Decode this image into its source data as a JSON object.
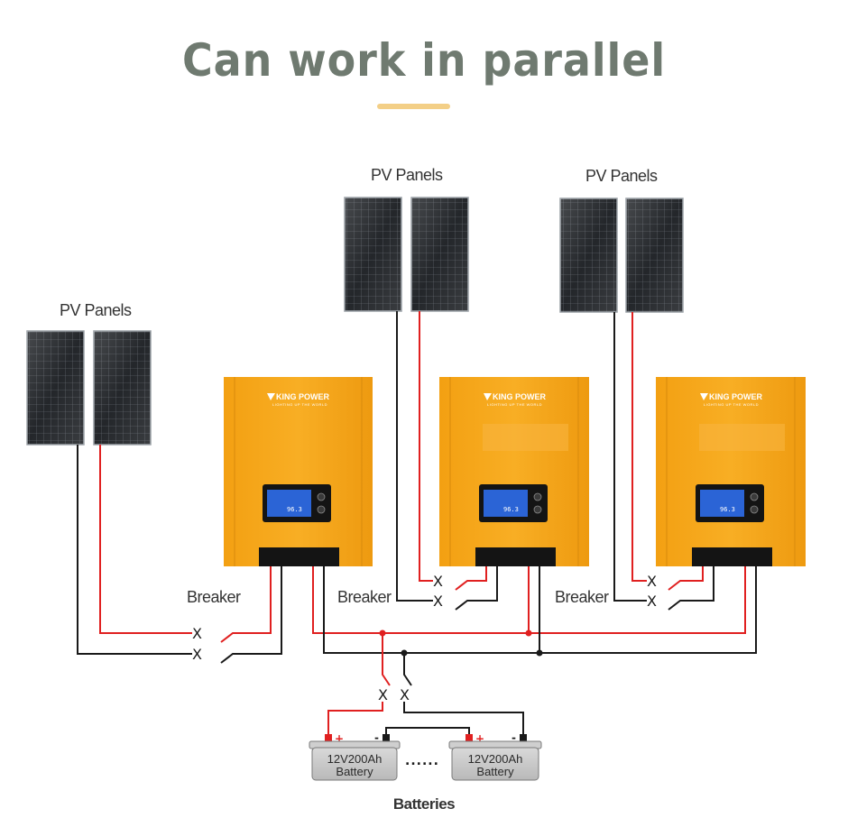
{
  "header": {
    "title": "Can work in parallel"
  },
  "colors": {
    "title": "#6f7a70",
    "accent_bar": "#f3cf87",
    "inverter_body": "#f6a81b",
    "positive_wire": "#e02020",
    "negative_wire": "#1a1a1a",
    "lcd": "#2b64d6"
  },
  "pv_groups": [
    {
      "label": "PV Panels"
    },
    {
      "label": "PV Panels"
    },
    {
      "label": "PV Panels"
    }
  ],
  "inverters": [
    {
      "brand": "KING POWER",
      "tagline": "LIGHTING UP THE WORLD",
      "display": "96.3"
    },
    {
      "brand": "KING POWER",
      "tagline": "LIGHTING UP THE WORLD",
      "display": "96.3"
    },
    {
      "brand": "KING POWER",
      "tagline": "LIGHTING UP THE WORLD",
      "display": "96.3"
    }
  ],
  "breakers": [
    {
      "label": "Breaker",
      "symbol": "X"
    },
    {
      "label": "Breaker",
      "symbol": "X"
    },
    {
      "label": "Breaker",
      "symbol": "X"
    }
  ],
  "battery_bank": {
    "batteries": [
      {
        "capacity": "12V200Ah",
        "name": "Battery",
        "plus": "+",
        "minus": "-"
      },
      {
        "capacity": "12V200Ah",
        "name": "Battery",
        "plus": "+",
        "minus": "-"
      }
    ],
    "ellipsis": "......",
    "title": "Batteries"
  }
}
